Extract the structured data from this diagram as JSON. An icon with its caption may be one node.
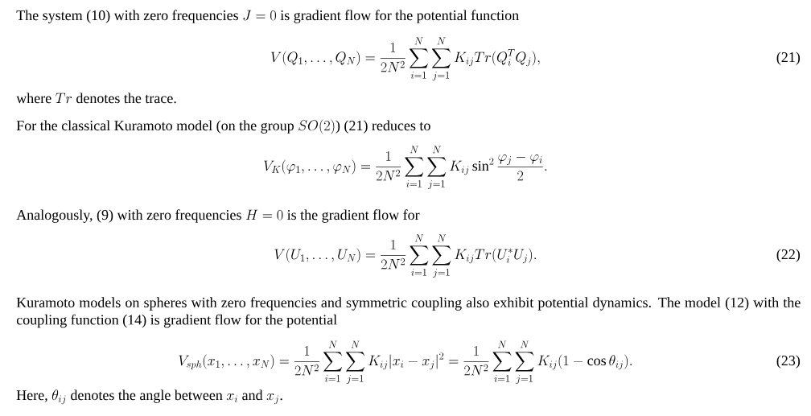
{
  "diagram": {
    "labels": [
      "The system (10) with zero frequencies",
      "J=0",
      "is gradient flow for the potential function",
      "V(Q_1,\\ldots,Q_N)=\\frac{1}{2N^2}\\sum_{i=1}^{N}\\sum_{j=1}^{N}K_{ij}Tr(Q_i^TQ_j),",
      "(21)",
      "where",
      "Tr",
      "denotes the trace.",
      "For the classical Kuramoto model (on the group",
      "SO(2)",
      ") (21) reduces to",
      "V_K(\\varphi_1,\\ldots,\\varphi_N)=\\frac{1}{2N^2}\\sum_{i=1}^{N}\\sum_{j=1}^{N}K_{ij}\\sin^2\\frac{\\varphi_j-\\varphi_i}{2}.",
      "Analogously, (9) with zero frequencies",
      "H=0",
      "is the gradient flow for",
      "V(U_1,\\ldots,U_N)=\\frac{1}{2N^2}\\sum_{i=1}^{N}\\sum_{j=1}^{N}K_{ij}Tr(U_i^*U_j).",
      "(22)",
      "Kuramoto models on spheres with zero frequencies and symmetric coupling also exhibit potential dynamics. The model (12) with the coupling function (14) is gradient flow for the potential",
      "V_{sph}(x_1,\\ldots,x_N)=\\frac{1}{2N^2}\\sum_{i=1}^{N}\\sum_{j=1}^{N}K_{ij}|x_i-x_j|^2=\\frac{1}{2N^2}\\sum_{i=1}^{N}\\sum_{j=1}^{N}K_{ij}(1-\\cos\\theta_{ij}).",
      "(23)",
      "Here,",
      "\\theta_{ij}",
      "denotes the angle between",
      "x_i",
      "and",
      "x_j",
      "."
    ]
  }
}
